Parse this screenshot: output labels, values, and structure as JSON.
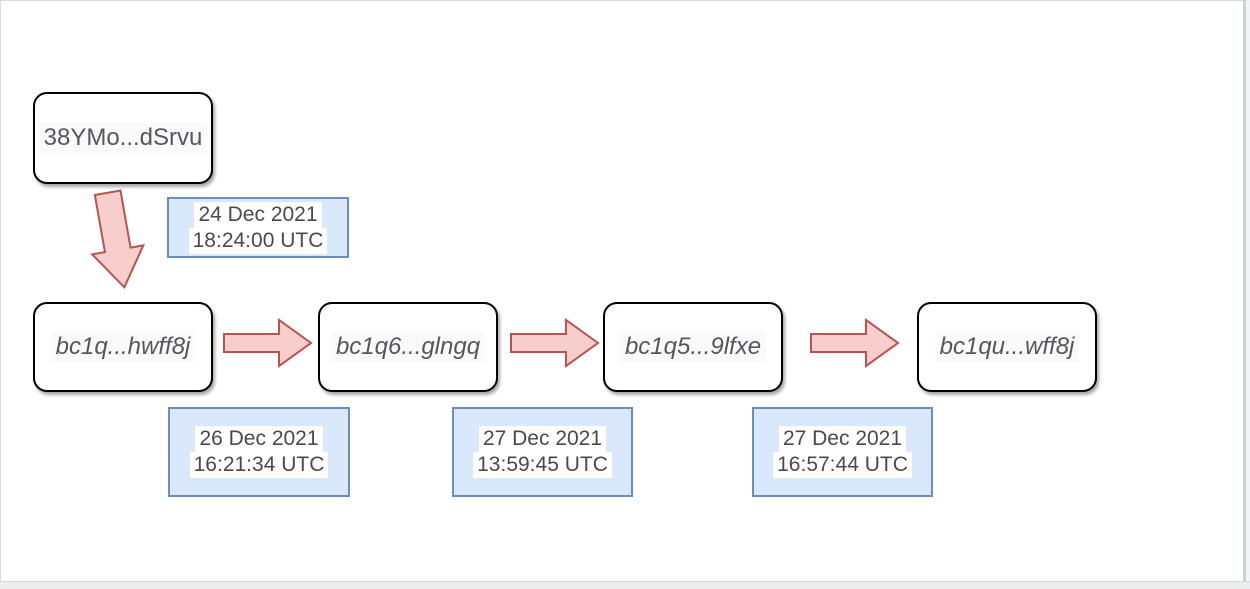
{
  "diagram": {
    "nodes": [
      {
        "id": "origin",
        "label": "38YMo...dSrvu",
        "italic": false
      },
      {
        "id": "hop1",
        "label": "bc1q...hwff8j",
        "italic": true
      },
      {
        "id": "hop2",
        "label": "bc1q6...glngq",
        "italic": true
      },
      {
        "id": "hop3",
        "label": "bc1q5...9lfxe",
        "italic": true
      },
      {
        "id": "hop4",
        "label": "bc1qu...wff8j",
        "italic": true
      }
    ],
    "timestamps": [
      {
        "date": "24 Dec 2021",
        "time": "18:24:00 UTC"
      },
      {
        "date": "26 Dec 2021",
        "time": "16:21:34 UTC"
      },
      {
        "date": "27 Dec 2021",
        "time": "13:59:45 UTC"
      },
      {
        "date": "27 Dec 2021",
        "time": "16:57:44 UTC"
      }
    ],
    "icons": {
      "down_arrow": "block-arrow-down",
      "right_arrow": "block-arrow-right"
    },
    "colors": {
      "canvas": "#ffffff",
      "node_fill": "#ffffff",
      "node_border": "#000000",
      "node_text": "#56565f",
      "timestamp_fill": "#dae8fc",
      "timestamp_border": "#6c8ebf",
      "timestamp_text": "#4a4a4a",
      "arrow_fill": "#f8cecc",
      "arrow_stroke": "#b85450"
    }
  }
}
